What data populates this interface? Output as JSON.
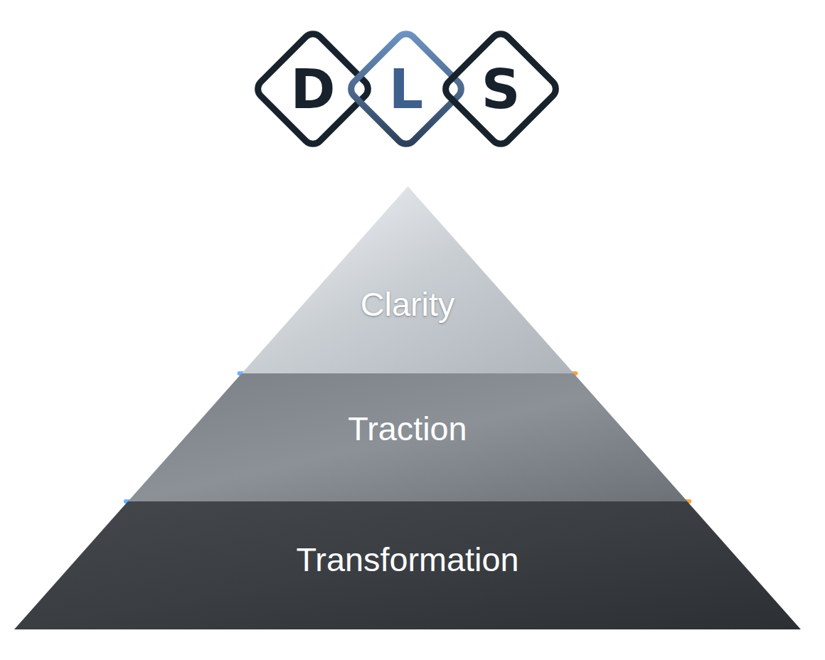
{
  "diagram": {
    "nodes": [
      {
        "text": [
          "D"
        ]
      },
      {
        "text": [
          "L"
        ]
      },
      {
        "text": [
          "S"
        ]
      },
      {
        "text": [
          "Clarity"
        ]
      },
      {
        "text": [
          "Traction"
        ]
      },
      {
        "text": [
          "Transformation"
        ]
      }
    ]
  }
}
